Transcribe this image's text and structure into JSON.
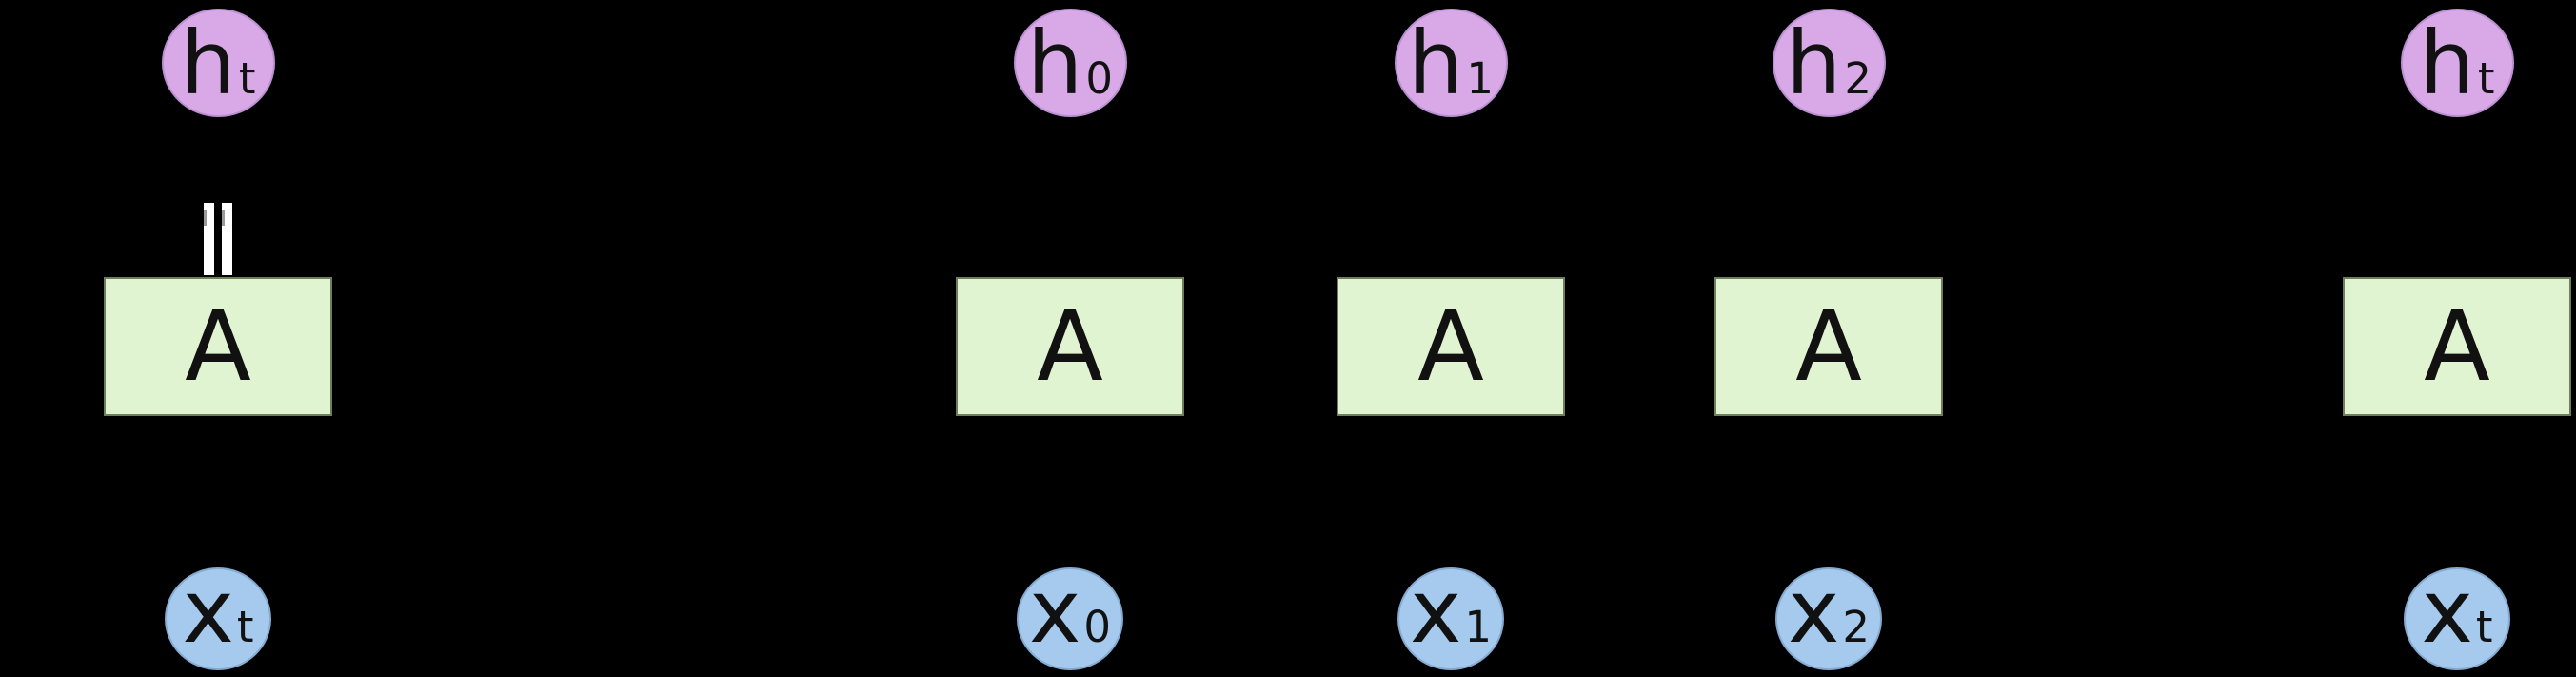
{
  "diagram": {
    "kind": "recurrent-network-unrolled",
    "colors": {
      "background": "#000000",
      "hidden_node_fill": "#d8a9e6",
      "hidden_node_border": "#bb90d2",
      "cell_fill": "#e1f4d1",
      "cell_border": "#6f7f5c",
      "input_node_fill": "#a5caed",
      "input_node_border": "#85aad0",
      "letter": "#111111",
      "double_bar": "#ffffff",
      "double_bar_nick": "#9a9a9a"
    },
    "columns": [
      {
        "id": "rolled",
        "h_label": "h",
        "h_sub": "t",
        "cell_label": "A",
        "x_label": "x",
        "x_sub": "t",
        "has_double_bar": true
      },
      {
        "id": "step-0",
        "h_label": "h",
        "h_sub": "0",
        "cell_label": "A",
        "x_label": "x",
        "x_sub": "0",
        "has_double_bar": false
      },
      {
        "id": "step-1",
        "h_label": "h",
        "h_sub": "1",
        "cell_label": "A",
        "x_label": "x",
        "x_sub": "1",
        "has_double_bar": false
      },
      {
        "id": "step-2",
        "h_label": "h",
        "h_sub": "2",
        "cell_label": "A",
        "x_label": "x",
        "x_sub": "2",
        "has_double_bar": false
      },
      {
        "id": "step-t",
        "h_label": "h",
        "h_sub": "t",
        "cell_label": "A",
        "x_label": "x",
        "x_sub": "t",
        "has_double_bar": false
      }
    ]
  }
}
